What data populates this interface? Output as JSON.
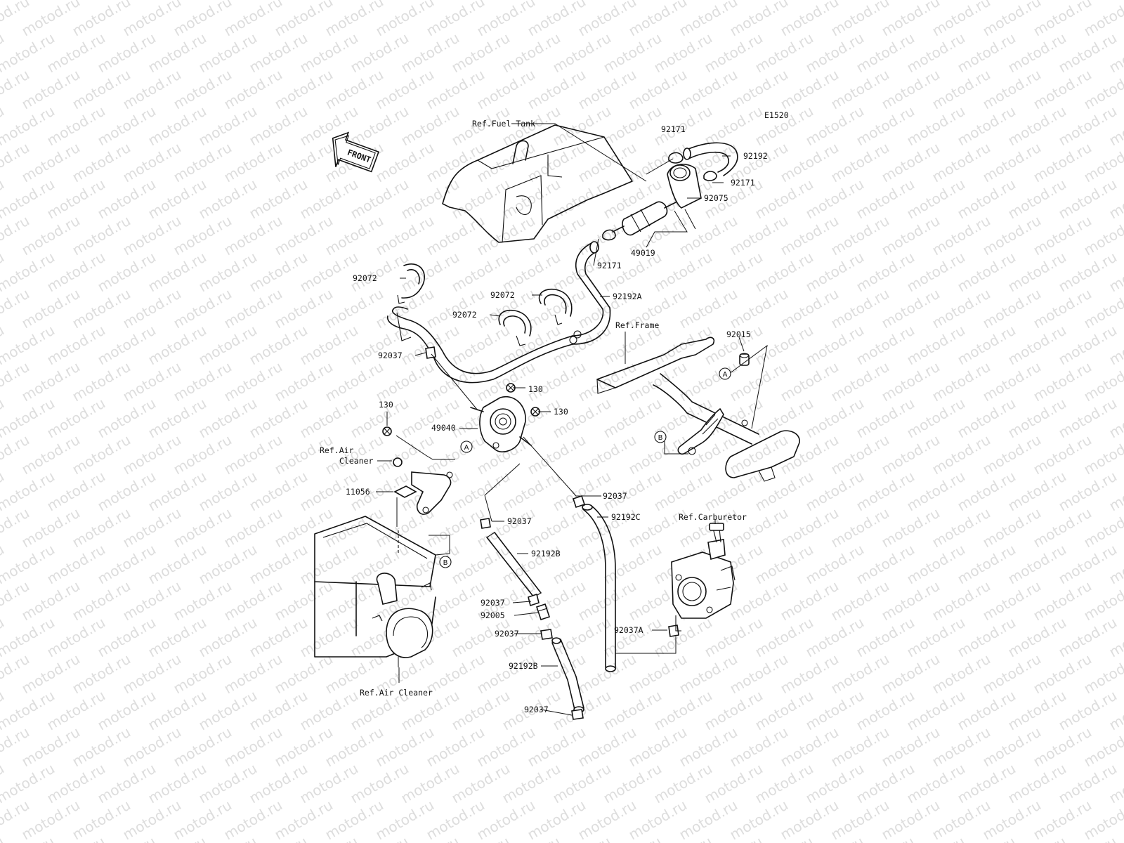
{
  "diagram_code": "E1520",
  "watermark_text": "motod.ru",
  "front_arrow_text": "FRONT",
  "refs": {
    "fuel_tank": "Ref.Fuel Tank",
    "frame": "Ref.Frame",
    "carburetor": "Ref.Carburetor",
    "air_cleaner_line1": "Ref.Air",
    "air_cleaner_line2": "Cleaner",
    "air_cleaner_bottom": "Ref.Air Cleaner"
  },
  "markers": {
    "a": "A",
    "b": "B"
  },
  "callouts": [
    "92171",
    "92192",
    "92171",
    "92075",
    "49019",
    "92171",
    "92192A",
    "92072",
    "92072",
    "92072",
    "92037",
    "130",
    "130",
    "130",
    "49040",
    "11056",
    "92037",
    "92037",
    "92192C",
    "92192B",
    "92037",
    "92005",
    "92037",
    "92192B",
    "92037",
    "92037A",
    "92015"
  ]
}
